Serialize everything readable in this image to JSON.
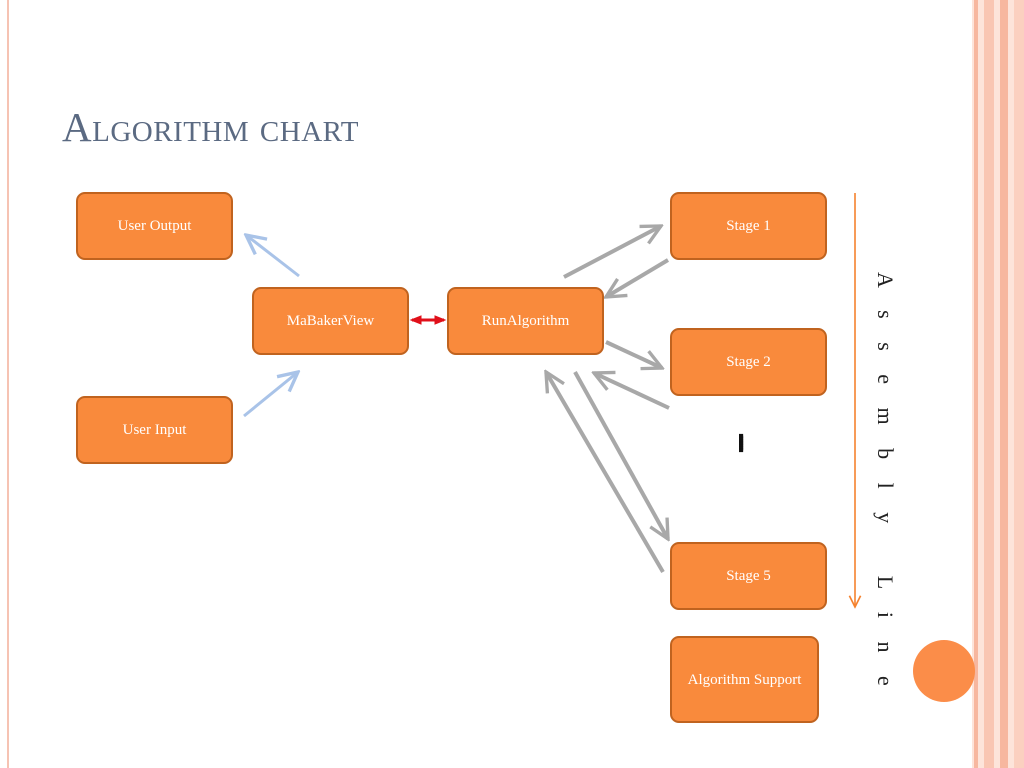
{
  "slide": {
    "title": "Algorithm chart",
    "side_label": "A s s e m b l y   L i n e",
    "ellipsis": "........."
  },
  "boxes": {
    "user_output": "User Output",
    "user_input": "User Input",
    "mabakerview": "MaBakerView",
    "runalgorithm": "RunAlgorithm",
    "stage1": "Stage 1",
    "stage2": "Stage 2",
    "stage5": "Stage 5",
    "algorithm_support": "Algorithm Support"
  },
  "colors": {
    "box_fill": "#f98a3c",
    "box_border": "#c0631f",
    "title": "#5b6a82",
    "blue_arrow": "#a9c3e8",
    "red_arrow": "#e0101a",
    "gray_arrow": "#a8a8a8",
    "assembly_arrow": "#f5822e"
  }
}
